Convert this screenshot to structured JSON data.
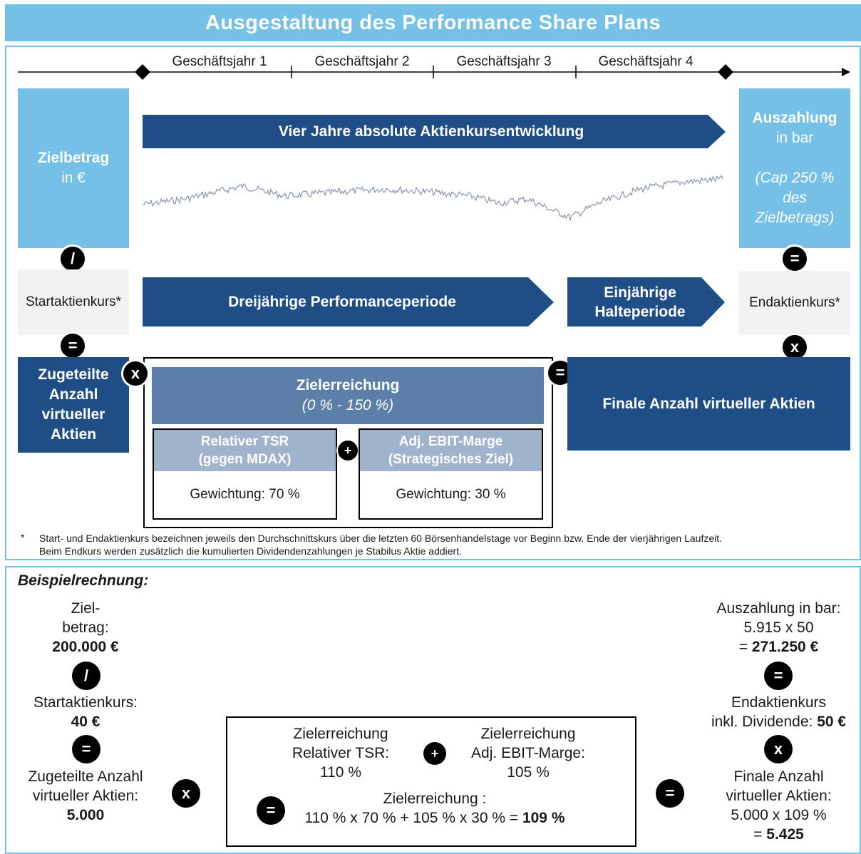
{
  "title": "Ausgestaltung des Performance Share Plans",
  "timeline": {
    "years": [
      "Geschäftsjahr 1",
      "Geschäftsjahr 2",
      "Geschäftsjahr 3",
      "Geschäftsjahr 4"
    ]
  },
  "top": {
    "zielbetrag": {
      "line1": "Zielbetrag",
      "line2": "in €"
    },
    "aktienkurs_banner": "Vier Jahre absolute Aktienkursentwicklung",
    "auszahlung": {
      "line1": "Auszahlung",
      "line2": "in bar",
      "cap1": "(Cap 250 %",
      "cap2": "des",
      "cap3": "Zielbetrags)"
    },
    "startaktienkurs": "Startaktienkurs*",
    "performanceperiode": "Dreijährige Performanceperiode",
    "halteperiode1": "Einjährige",
    "halteperiode2": "Halteperiode",
    "endaktienkurs": "Endaktienkurs*",
    "zugeteilte": {
      "l1": "Zugeteilte",
      "l2": "Anzahl",
      "l3": "virtueller",
      "l4": "Aktien"
    },
    "zielerreichung": {
      "line1": "Zielerreichung",
      "line2": "(0 % - 150 %)"
    },
    "tsr": {
      "l1": "Relativer TSR",
      "l2": "(gegen MDAX)",
      "weight": "Gewichtung:  70 %"
    },
    "ebit": {
      "l1": "Adj. EBIT-Marge",
      "l2": "(Strategisches Ziel)",
      "weight": "Gewichtung:  30 %"
    },
    "finale": "Finale Anzahl virtueller Aktien",
    "op_divide": "/",
    "op_equals": "=",
    "op_times": "x",
    "op_plus": "+"
  },
  "footnote": {
    "star": "*",
    "line1": "Start- und Endaktienkurs bezeichnen jeweils den Durchschnittskurs über die letzten 60 Börsenhandelstage vor Beginn bzw. Ende der vierjährigen Laufzeit.",
    "line2": "Beim Endkurs werden zusätzlich die kumulierten Dividendenzahlungen je Stabilus Aktie addiert."
  },
  "example": {
    "heading": "Beispielrechnung:",
    "ziel": {
      "l1": "Ziel-",
      "l2": "betrag:",
      "value": "200.000 €"
    },
    "start": {
      "label": "Startaktienkurs:",
      "value": "40 €"
    },
    "zugeteilt": {
      "l1": "Zugeteilte Anzahl",
      "l2": "virtueller Aktien:",
      "value": "5.000"
    },
    "tsr": {
      "l1": "Zielerreichung",
      "l2": "Relativer TSR:",
      "value": "110 %"
    },
    "ebit": {
      "l1": "Zielerreichung",
      "l2": "Adj. EBIT-Marge:",
      "value": "105 %"
    },
    "ziel_total": {
      "l1": "Zielerreichung :",
      "formula": "110 % x 70 % + 105 % x 30 % = ",
      "result": "109 %"
    },
    "auszahlung": {
      "l1": "Auszahlung in bar:",
      "l2": "5.915 x 50",
      "prefix": "= ",
      "value": "271.250 €"
    },
    "endkurs": {
      "l1": "Endaktienkurs",
      "l2": "inkl. Dividende: ",
      "value": "50 €"
    },
    "finale": {
      "l1": "Finale Anzahl",
      "l2": "virtueller Aktien:",
      "l3": "5.000 x 109 %",
      "prefix": "= ",
      "value": "5.425"
    }
  },
  "colors": {
    "light_blue": "#74c0e6",
    "dark_blue": "#1f4e86",
    "mid_blue": "#5b7fa8",
    "pale_blue": "#9fb4cc"
  }
}
